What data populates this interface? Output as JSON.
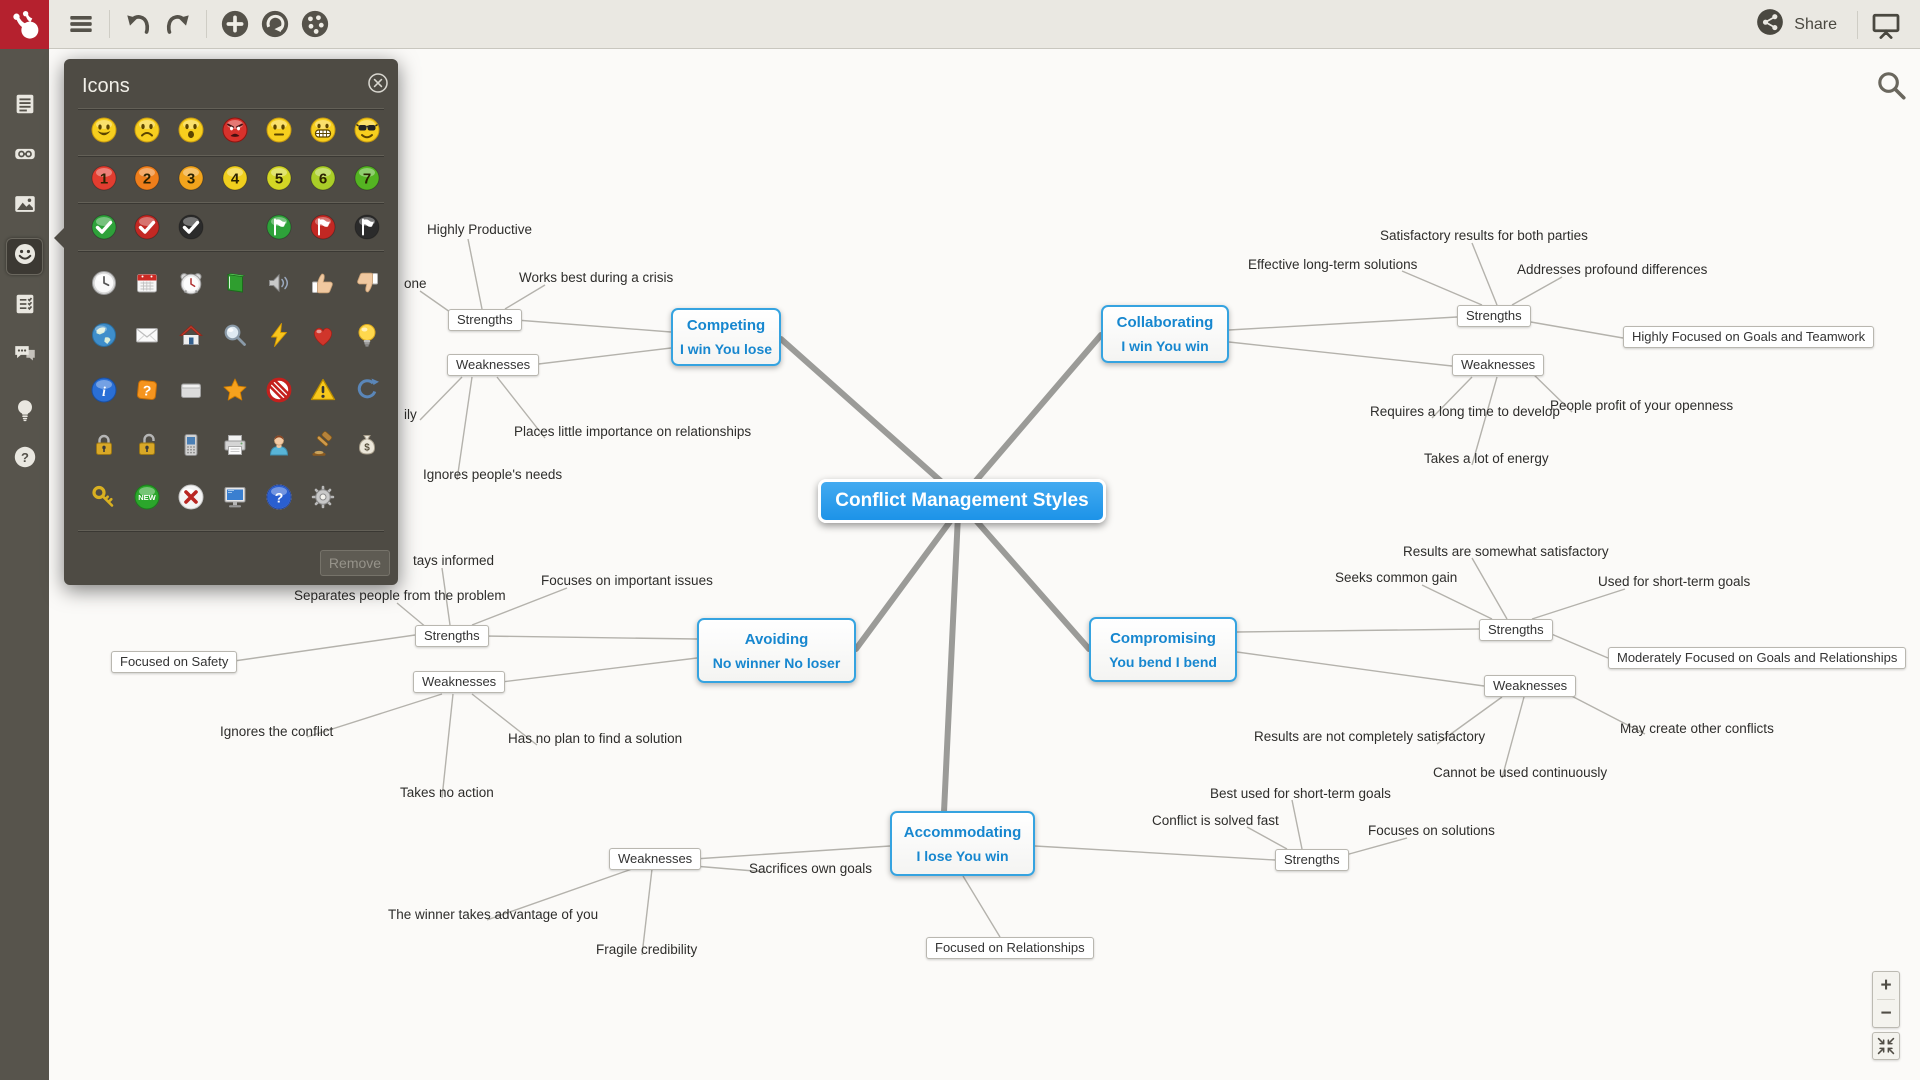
{
  "toolbar": {
    "share_label": "Share",
    "icons": [
      "mindomo-logo",
      "menu",
      "undo",
      "redo",
      "add-topic",
      "change-style",
      "palette",
      "share",
      "present"
    ]
  },
  "sidebar": {
    "items": [
      {
        "name": "notes",
        "selected": false
      },
      {
        "name": "link",
        "selected": false
      },
      {
        "name": "image",
        "selected": false
      },
      {
        "name": "emoticons",
        "selected": true
      },
      {
        "name": "tasks",
        "selected": false
      },
      {
        "name": "comments",
        "selected": false
      },
      {
        "name": "ideas",
        "selected": false
      },
      {
        "name": "help",
        "selected": false
      }
    ]
  },
  "icons_panel": {
    "title": "Icons",
    "remove_label": "Remove",
    "rows": [
      {
        "icons": [
          {
            "name": "smiley-happy"
          },
          {
            "name": "smiley-sad"
          },
          {
            "name": "smiley-surprised"
          },
          {
            "name": "smiley-angry"
          },
          {
            "name": "smiley-neutral"
          },
          {
            "name": "smiley-grin"
          },
          {
            "name": "smiley-cool"
          }
        ]
      },
      {
        "icons": [
          {
            "name": "priority-1",
            "label": "1",
            "color": "#e23d30"
          },
          {
            "name": "priority-2",
            "label": "2",
            "color": "#ef7e1b"
          },
          {
            "name": "priority-3",
            "label": "3",
            "color": "#f2a41c"
          },
          {
            "name": "priority-4",
            "label": "4",
            "color": "#f0cf1e"
          },
          {
            "name": "priority-5",
            "label": "5",
            "color": "#d3d625"
          },
          {
            "name": "priority-6",
            "label": "6",
            "color": "#aace28"
          },
          {
            "name": "priority-7",
            "label": "7",
            "color": "#54b422"
          }
        ]
      },
      {
        "icons": [
          {
            "name": "check-green",
            "color": "#2ea13a"
          },
          {
            "name": "check-red",
            "color": "#c22823"
          },
          {
            "name": "check-black",
            "color": "#2b2b2b"
          },
          {
            "name": "flag-green",
            "color": "#2ea13a"
          },
          {
            "name": "flag-red",
            "color": "#c22823"
          },
          {
            "name": "flag-black",
            "color": "#2b2b2b"
          }
        ]
      },
      {
        "icons": [
          {
            "name": "clock"
          },
          {
            "name": "calendar"
          },
          {
            "name": "alarm-clock"
          },
          {
            "name": "book"
          },
          {
            "name": "speaker"
          },
          {
            "name": "thumb-up"
          },
          {
            "name": "thumb-down"
          }
        ]
      },
      {
        "icons": [
          {
            "name": "globe"
          },
          {
            "name": "envelope"
          },
          {
            "name": "home"
          },
          {
            "name": "magnifier"
          },
          {
            "name": "lightning"
          },
          {
            "name": "heart"
          },
          {
            "name": "light-bulb"
          }
        ]
      },
      {
        "icons": [
          {
            "name": "info"
          },
          {
            "name": "question-orange"
          },
          {
            "name": "briefcase"
          },
          {
            "name": "star"
          },
          {
            "name": "no-entry"
          },
          {
            "name": "warning"
          },
          {
            "name": "refresh"
          }
        ]
      },
      {
        "icons": [
          {
            "name": "lock-closed"
          },
          {
            "name": "lock-open"
          },
          {
            "name": "mobile-phone"
          },
          {
            "name": "printer"
          },
          {
            "name": "person"
          },
          {
            "name": "gavel"
          },
          {
            "name": "money-bag"
          }
        ]
      },
      {
        "icons": [
          {
            "name": "key"
          },
          {
            "name": "new-badge",
            "label": "NEW"
          },
          {
            "name": "delete-x"
          },
          {
            "name": "monitor"
          },
          {
            "name": "question-ball"
          },
          {
            "name": "gear"
          }
        ]
      }
    ]
  },
  "canvas": {
    "root": "Conflict Management Styles",
    "branches": [
      {
        "title": "Competing",
        "subtitle": "I win You lose"
      },
      {
        "title": "Collaborating",
        "subtitle": "I win You win"
      },
      {
        "title": "Avoiding",
        "subtitle": "No winner No loser"
      },
      {
        "title": "Compromising",
        "subtitle": "You bend I bend"
      },
      {
        "title": "Accommodating",
        "subtitle": "I lose You win"
      }
    ],
    "boxes": [
      {
        "text": "Strengths"
      },
      {
        "text": "Weaknesses"
      },
      {
        "text": "Strengths"
      },
      {
        "text": "Weaknesses"
      },
      {
        "text": "Highly Focused on Goals and Teamwork"
      },
      {
        "text": "Strengths"
      },
      {
        "text": "Weaknesses"
      },
      {
        "text": "Focused on Safety"
      },
      {
        "text": "Strengths"
      },
      {
        "text": "Weaknesses"
      },
      {
        "text": "Moderately Focused on Goals and Relationships"
      },
      {
        "text": "Weaknesses"
      },
      {
        "text": "Strengths"
      },
      {
        "text": "Focused on Relationships"
      }
    ],
    "leaves": [
      {
        "text": "Highly Productive"
      },
      {
        "text": "Works best during a crisis"
      },
      {
        "text": "one"
      },
      {
        "text": "ily"
      },
      {
        "text": "Places little importance on relationships"
      },
      {
        "text": "Ignores people's needs"
      },
      {
        "text": "Satisfactory results for both parties"
      },
      {
        "text": "Effective long-term solutions"
      },
      {
        "text": "Addresses profound differences"
      },
      {
        "text": "Requires a long time to develop"
      },
      {
        "text": "People profit of your openness"
      },
      {
        "text": "Takes a lot of energy"
      },
      {
        "text": "tays informed"
      },
      {
        "text": "Focuses on important issues"
      },
      {
        "text": "Separates people from the problem"
      },
      {
        "text": "Ignores the conflict"
      },
      {
        "text": "Has no plan to find a solution"
      },
      {
        "text": "Takes no action"
      },
      {
        "text": "Results are somewhat satisfactory"
      },
      {
        "text": "Seeks common gain"
      },
      {
        "text": "Used for short-term goals"
      },
      {
        "text": "Results are not completely satisfactory"
      },
      {
        "text": "May create other conflicts"
      },
      {
        "text": "Cannot be used continuously"
      },
      {
        "text": "Best used for short-term goals"
      },
      {
        "text": "Conflict is solved fast"
      },
      {
        "text": "Focuses on solutions"
      },
      {
        "text": "Sacrifices own goals"
      },
      {
        "text": "The winner takes advantage of you"
      },
      {
        "text": "Fragile credibility"
      }
    ]
  },
  "zoom_controls": {
    "zoom_in": "+",
    "zoom_out": "−"
  },
  "colors": {
    "accent_blue": "#1d93e8",
    "logo_red": "#b5212e",
    "sidebar_bg": "#57544c",
    "panel_bg": "#4e4b44"
  }
}
